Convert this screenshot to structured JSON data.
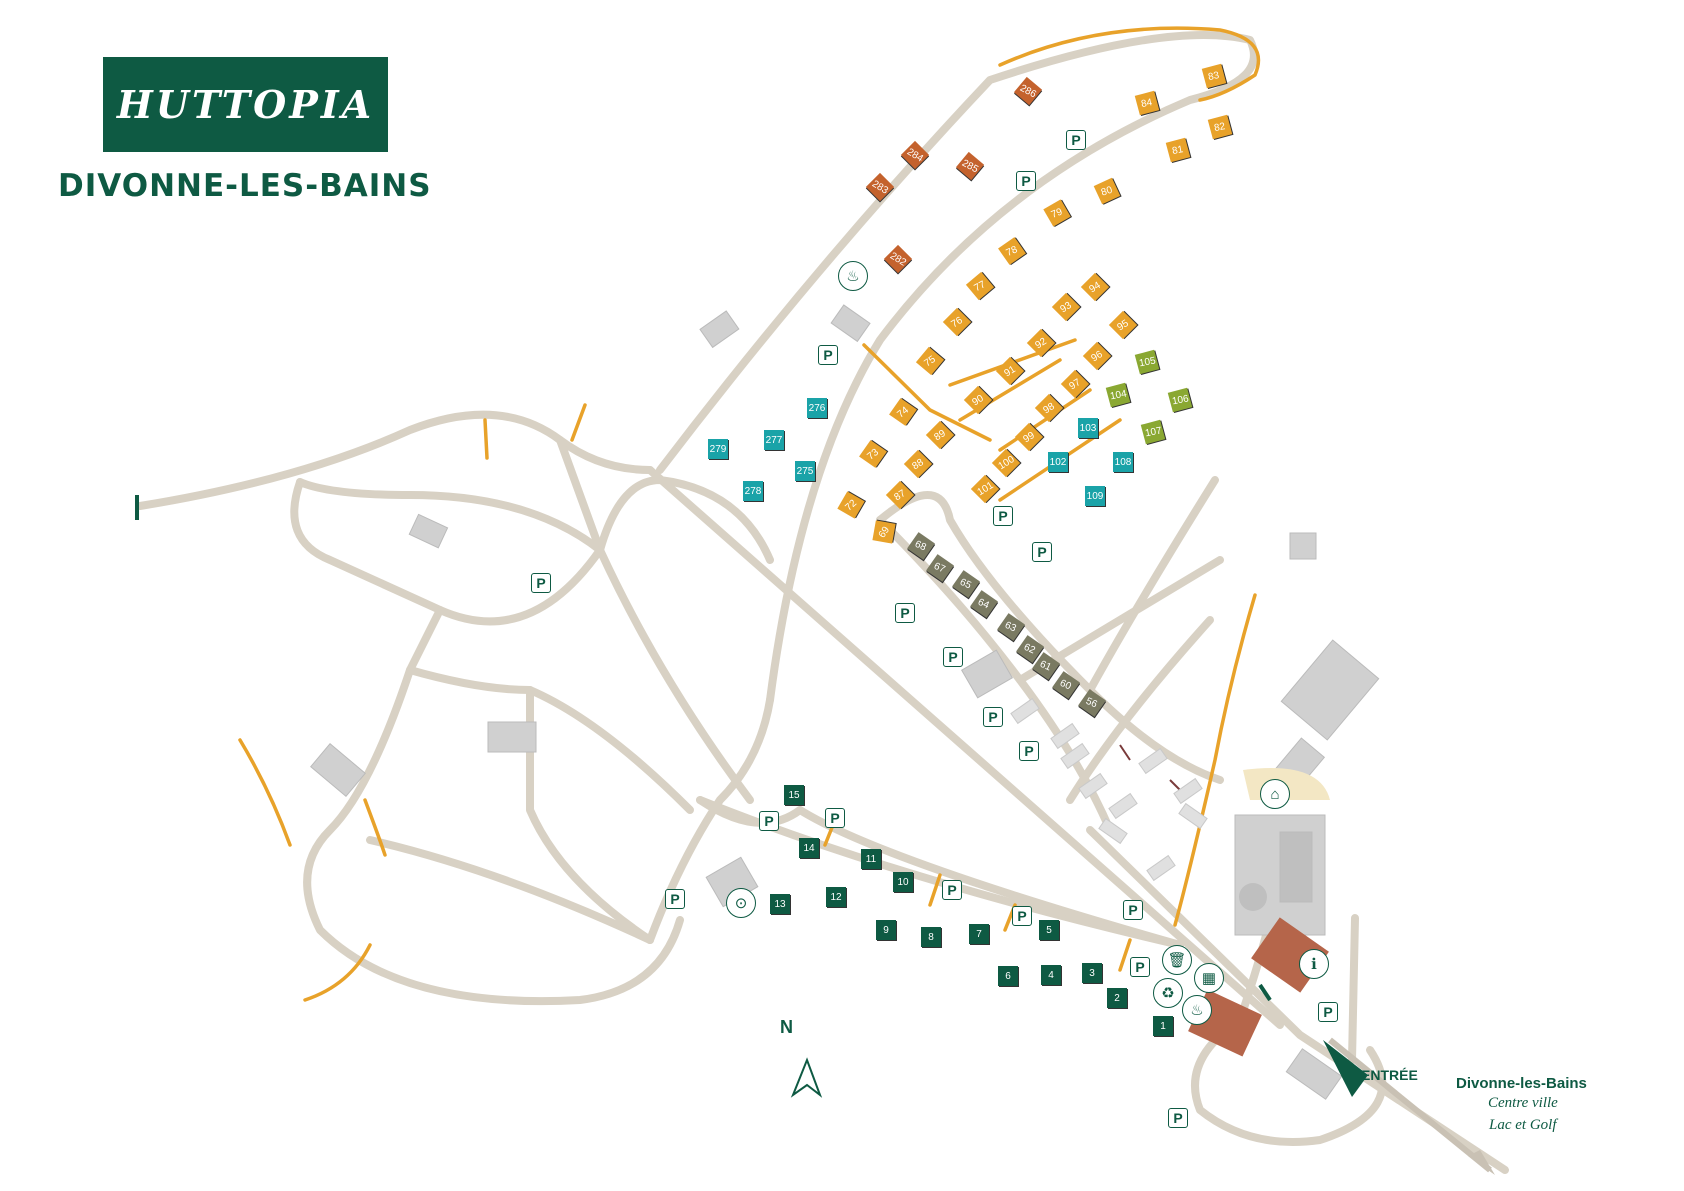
{
  "brand": {
    "name": "HUTTOPIA",
    "site": "DIVONNE-LES-BAINS"
  },
  "labels": {
    "north": "N",
    "entrance": "ENTRÉE",
    "destination_title": "Divonne-les-Bains",
    "destination_line1": "Centre ville",
    "destination_line2": "Lac et Golf"
  },
  "parking_symbol": "P",
  "colors": {
    "brand_green": "#0e5a43",
    "road": "#d8d1c4",
    "path_orange": "#e8a22a",
    "pitch_orange": "#e8a22a",
    "pitch_rust": "#c4622d",
    "pitch_teal": "#1aa3a8",
    "pitch_lime": "#8aa832",
    "pitch_olive": "#7a7a62",
    "pitch_green": "#0e5a43",
    "building_grey": "#d0d0d0",
    "building_red": "#b5654a"
  },
  "pitches": [
    {
      "n": "286",
      "c": "rust"
    },
    {
      "n": "284",
      "c": "rust"
    },
    {
      "n": "285",
      "c": "rust"
    },
    {
      "n": "283",
      "c": "rust"
    },
    {
      "n": "282",
      "c": "rust"
    },
    {
      "n": "83",
      "c": "orange"
    },
    {
      "n": "84",
      "c": "orange"
    },
    {
      "n": "82",
      "c": "orange"
    },
    {
      "n": "81",
      "c": "orange"
    },
    {
      "n": "80",
      "c": "orange"
    },
    {
      "n": "79",
      "c": "orange"
    },
    {
      "n": "78",
      "c": "orange"
    },
    {
      "n": "77",
      "c": "orange"
    },
    {
      "n": "76",
      "c": "orange"
    },
    {
      "n": "75",
      "c": "orange"
    },
    {
      "n": "74",
      "c": "orange"
    },
    {
      "n": "73",
      "c": "orange"
    },
    {
      "n": "72",
      "c": "orange"
    },
    {
      "n": "69",
      "c": "orange"
    },
    {
      "n": "94",
      "c": "orange"
    },
    {
      "n": "93",
      "c": "orange"
    },
    {
      "n": "95",
      "c": "orange"
    },
    {
      "n": "92",
      "c": "orange"
    },
    {
      "n": "91",
      "c": "orange"
    },
    {
      "n": "96",
      "c": "orange"
    },
    {
      "n": "90",
      "c": "orange"
    },
    {
      "n": "97",
      "c": "orange"
    },
    {
      "n": "98",
      "c": "orange"
    },
    {
      "n": "89",
      "c": "orange"
    },
    {
      "n": "99",
      "c": "orange"
    },
    {
      "n": "88",
      "c": "orange"
    },
    {
      "n": "100",
      "c": "orange"
    },
    {
      "n": "87",
      "c": "orange"
    },
    {
      "n": "101",
      "c": "orange"
    },
    {
      "n": "105",
      "c": "lime"
    },
    {
      "n": "104",
      "c": "lime"
    },
    {
      "n": "106",
      "c": "lime"
    },
    {
      "n": "107",
      "c": "lime"
    },
    {
      "n": "103",
      "c": "teal"
    },
    {
      "n": "102",
      "c": "teal"
    },
    {
      "n": "108",
      "c": "teal"
    },
    {
      "n": "109",
      "c": "teal"
    },
    {
      "n": "276",
      "c": "teal"
    },
    {
      "n": "277",
      "c": "teal"
    },
    {
      "n": "279",
      "c": "teal"
    },
    {
      "n": "275",
      "c": "teal"
    },
    {
      "n": "278",
      "c": "teal"
    },
    {
      "n": "68",
      "c": "olive"
    },
    {
      "n": "67",
      "c": "olive"
    },
    {
      "n": "65",
      "c": "olive"
    },
    {
      "n": "64",
      "c": "olive"
    },
    {
      "n": "63",
      "c": "olive"
    },
    {
      "n": "62",
      "c": "olive"
    },
    {
      "n": "61",
      "c": "olive"
    },
    {
      "n": "60",
      "c": "olive"
    },
    {
      "n": "56",
      "c": "olive"
    },
    {
      "n": "15",
      "c": "green"
    },
    {
      "n": "14",
      "c": "green"
    },
    {
      "n": "11",
      "c": "green"
    },
    {
      "n": "10",
      "c": "green"
    },
    {
      "n": "13",
      "c": "green"
    },
    {
      "n": "12",
      "c": "green"
    },
    {
      "n": "9",
      "c": "green"
    },
    {
      "n": "8",
      "c": "green"
    },
    {
      "n": "7",
      "c": "green"
    },
    {
      "n": "5",
      "c": "green"
    },
    {
      "n": "6",
      "c": "green"
    },
    {
      "n": "4",
      "c": "green"
    },
    {
      "n": "3",
      "c": "green"
    },
    {
      "n": "2",
      "c": "green"
    },
    {
      "n": "1",
      "c": "green"
    }
  ],
  "amenities": [
    "bbq-icon",
    "laundry-icon",
    "bin-icon",
    "groceries-icon",
    "recycling-icon",
    "bbq-icon",
    "play-area-icon",
    "info-icon"
  ]
}
